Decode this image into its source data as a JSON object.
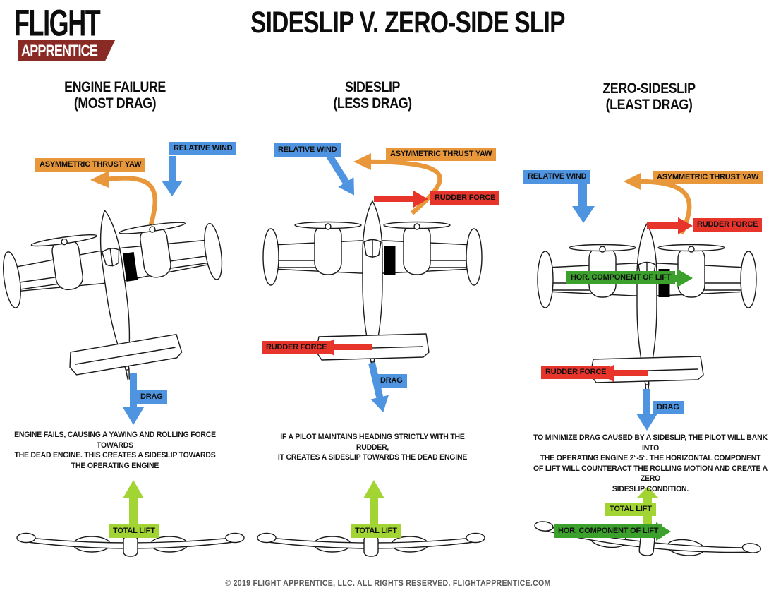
{
  "logo": {
    "line1": "FLIGHT",
    "line2": "APPRENTICE"
  },
  "title": "SIDESLIP V. ZERO-SIDE SLIP",
  "panels": [
    {
      "title": "ENGINE FAILURE",
      "subtitle": "(MOST DRAG)",
      "labels": {
        "relative_wind": "RELATIVE WIND",
        "asymmetric_thrust": "ASYMMETRIC THRUST YAW",
        "drag": "DRAG",
        "total_lift": "TOTAL LIFT"
      },
      "caption": [
        "ENGINE FAILS, CAUSING A YAWING AND ROLLING FORCE TOWARDS",
        "THE DEAD ENGINE. THIS CREATES A SIDESLIP TOWARDS",
        "THE OPERATING ENGINE"
      ]
    },
    {
      "title": "SIDESLIP",
      "subtitle": "(LESS DRAG)",
      "labels": {
        "relative_wind": "RELATIVE WIND",
        "asymmetric_thrust": "ASYMMETRIC THRUST YAW",
        "rudder_force": "RUDDER FORCE",
        "drag": "DRAG",
        "total_lift": "TOTAL LIFT"
      },
      "caption": [
        "IF A PILOT MAINTAINS HEADING STRICTLY WITH THE RUDDER,",
        "IT CREATES A SIDESLIP TOWARDS THE DEAD ENGINE"
      ]
    },
    {
      "title": "ZERO-SIDESLIP",
      "subtitle": "(LEAST DRAG)",
      "labels": {
        "relative_wind": "RELATIVE WIND",
        "asymmetric_thrust": "ASYMMETRIC THRUST YAW",
        "rudder_force": "RUDDER FORCE",
        "hor_component_of_lift": "HOR. COMPONENT OF LIFT",
        "drag": "DRAG",
        "total_lift": "TOTAL LIFT"
      },
      "caption": [
        "TO MINIMIZE DRAG CAUSED BY A SIDESLIP, THE PILOT WILL BANK INTO",
        "THE OPERATING ENGINE 2°-5°. THE HORIZONTAL COMPONENT",
        "OF LIFT WILL COUNTERACT THE ROLLING MOTION AND CREATE A ZERO",
        "SIDESLIP CONDITION."
      ]
    }
  ],
  "footer": {
    "copyright": "© 2019 FLIGHT APPRENTICE, LLC. ALL RIGHTS RESERVED. FLIGHTAPPRENTICE.COM"
  },
  "colors": {
    "wind_drag_blue": "#4e94e0",
    "thrust_orange": "#e8973b",
    "rudder_red": "#e8352b",
    "total_lift_green": "#a2d433",
    "hor_lift_green": "#3ba02c",
    "logo_red": "#8a2a24"
  }
}
